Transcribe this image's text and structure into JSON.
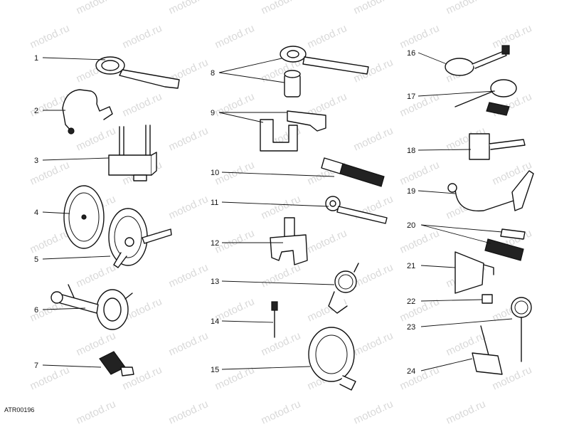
{
  "diagram": {
    "code": "ATR00196",
    "watermark": "motod.ru",
    "callouts": [
      "1",
      "2",
      "3",
      "4",
      "5",
      "6",
      "7",
      "8",
      "9",
      "10",
      "11",
      "12",
      "13",
      "14",
      "15",
      "16",
      "17",
      "18",
      "19",
      "20",
      "21",
      "22",
      "23",
      "24"
    ]
  }
}
